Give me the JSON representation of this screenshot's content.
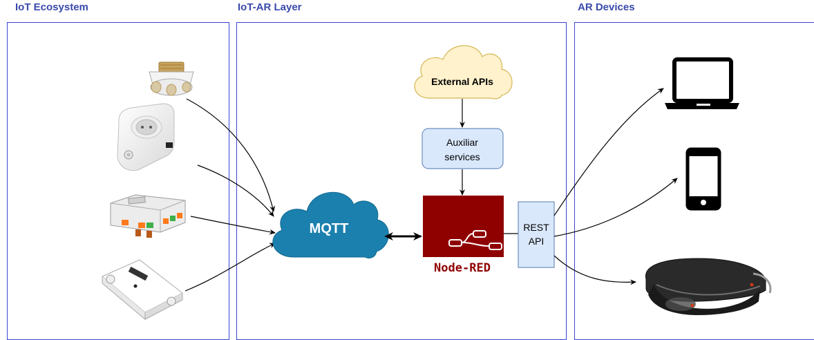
{
  "lanes": {
    "iot_ecosystem": "IoT Ecosystem",
    "iot_ar_layer": "IoT-AR Layer",
    "ar_devices": "AR Devices"
  },
  "nodes": {
    "mqtt": "MQTT",
    "external_apis": "External APIs",
    "auxiliar_services_line1": "Auxiliar",
    "auxiliar_services_line2": "services",
    "node_red": "Node-RED",
    "rest_api_line1": "REST",
    "rest_api_line2": "API"
  },
  "devices": {
    "iot": [
      "bulb-socket",
      "smart-plug",
      "relay-module",
      "smart-switch"
    ],
    "ar": [
      "laptop",
      "smartphone",
      "ar-headset"
    ]
  },
  "colors": {
    "lane_border": "#3a44d1",
    "lane_title": "#3949ab",
    "mqtt_cloud": "#1b80ad",
    "external_cloud": "#fff2cc",
    "auxiliar_fill": "#dae8fc",
    "node_red": "#8f0000",
    "rest_fill": "#dae8fc"
  }
}
